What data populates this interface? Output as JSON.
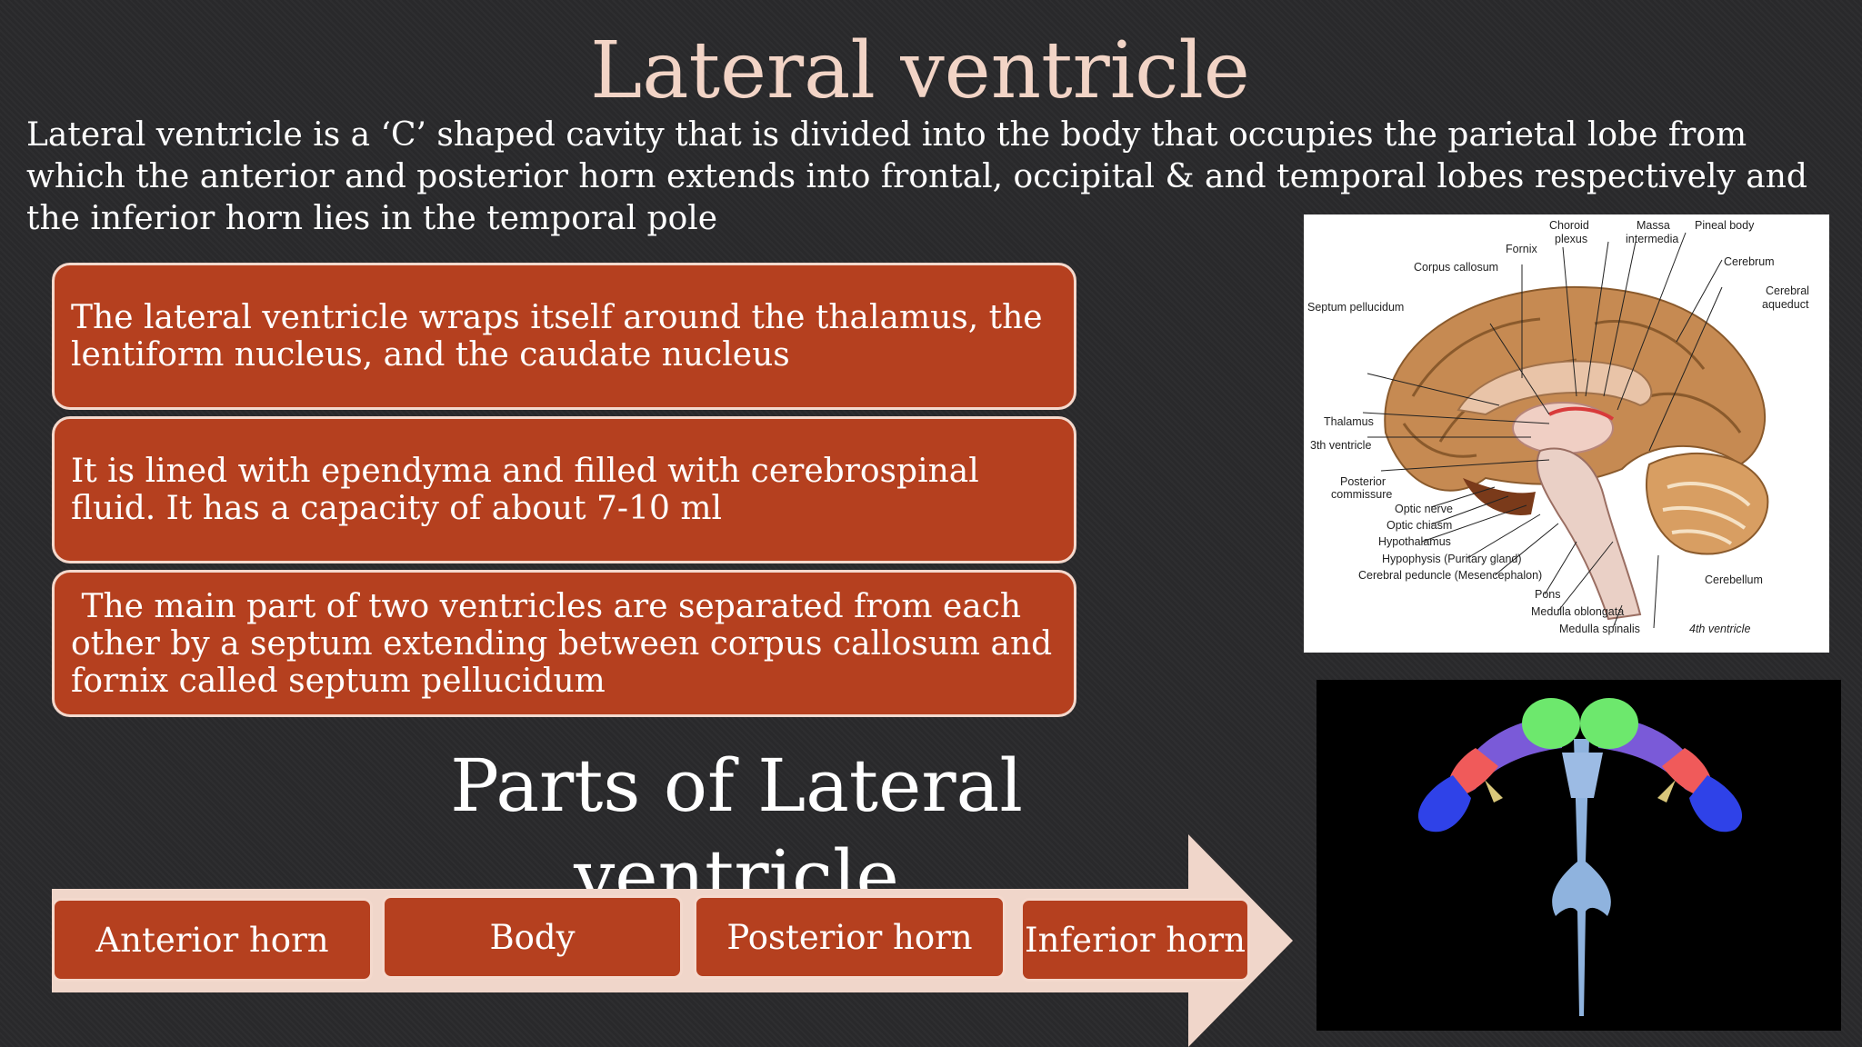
{
  "title": "Lateral ventricle",
  "intro": "Lateral ventricle is a ‘C’ shaped cavity that is divided into the body that occupies the parietal lobe from which the anterior and posterior horn extends into frontal, occipital & and temporal lobes respectively and the inferior horn lies in the temporal pole",
  "boxes": [
    "The lateral ventricle wraps itself around the thalamus, the lentiform nucleus, and the caudate nucleus",
    "It is lined with ependyma and filled with cerebrospinal fluid. It has a capacity of about 7-10 ml",
    " The main part of two ventricles are separated from each other by a septum extending between corpus callosum and fornix called septum pellucidum"
  ],
  "parts_title": "Parts of Lateral ventricle",
  "parts": [
    "Anterior horn",
    "Body",
    "Posterior horn",
    "Inferior horn"
  ],
  "diagram_labels": {
    "choroid_plexus_1": "Choroid",
    "choroid_plexus_2": "plexus",
    "massa_1": "Massa",
    "massa_2": "intermedia",
    "pineal_body": "Pineal body",
    "fornix": "Fornix",
    "cerebrum": "Cerebrum",
    "corpus_callosum": "Corpus callosum",
    "cerebral_aqueduct_1": "Cerebral",
    "cerebral_aqueduct_2": "aqueduct",
    "septum_pellucidum": "Septum pellucidum",
    "thalamus": "Thalamus",
    "third_ventricle": "3th ventricle",
    "posterior_commissure_1": "Posterior",
    "posterior_commissure_2": "commissure",
    "optic_nerve": "Optic nerve",
    "optic_chiasm": "Optic chiasm",
    "hypothalamus": "Hypothalamus",
    "hypophysis": "Hypophysis (Puritary gland)",
    "cerebral_peduncle": "Cerebral peduncle (Mesencephalon)",
    "cerebellum": "Cerebellum",
    "pons": "Pons",
    "medulla_oblongata": "Medulla oblongata",
    "medulla_spinalis": "Medulla spinalis",
    "fourth_ventricle": "4th ventricle"
  },
  "colors": {
    "box_fill": "#b5401f",
    "box_border": "#f4d9cd",
    "title_color": "#f2d4c6",
    "background": "#2a2a2c"
  }
}
